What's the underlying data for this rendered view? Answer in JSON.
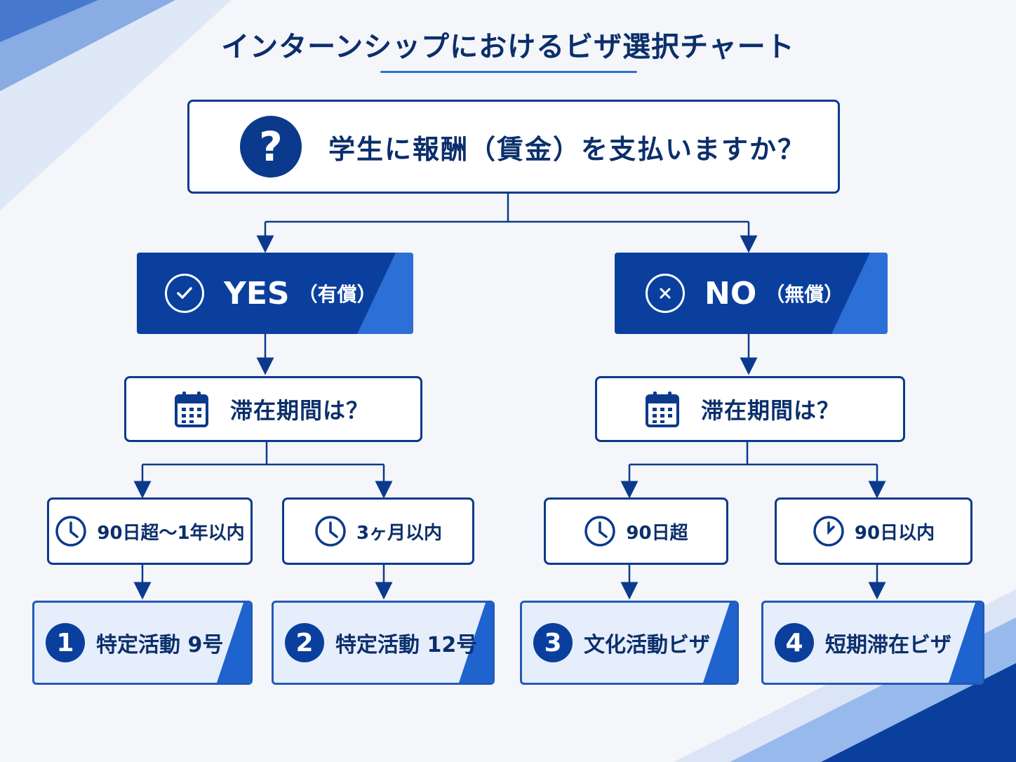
{
  "title": "インターンシップにおけるビザ選択チャート",
  "root_question": {
    "text": "学生に報酬（賃金）を支払いますか？",
    "icon": "question-icon"
  },
  "yes_branch": {
    "answer_main": "YES",
    "answer_sub": "（有償）",
    "icon": "check-icon",
    "period_question": "滞在期間は？",
    "durations": [
      {
        "text": "90日超〜1年以内",
        "result_number": "1",
        "result": "特定活動 9号"
      },
      {
        "text": "3ヶ月以内",
        "result_number": "2",
        "result": "特定活動 12号"
      }
    ]
  },
  "no_branch": {
    "answer_main": "NO",
    "answer_sub": "（無償）",
    "icon": "cross-icon",
    "period_question": "滞在期間は？",
    "durations": [
      {
        "text": "90日超",
        "result_number": "3",
        "result": "文化活動ビザ"
      },
      {
        "text": "90日以内",
        "result_number": "4",
        "result": "短期滞在ビザ"
      }
    ]
  },
  "colors": {
    "navy": "#0b3a8c",
    "answer_fill": "#0a3f9e",
    "accent": "#2c6fd6",
    "result_fill": "#e6eefb",
    "background": "#f4f6fa"
  }
}
